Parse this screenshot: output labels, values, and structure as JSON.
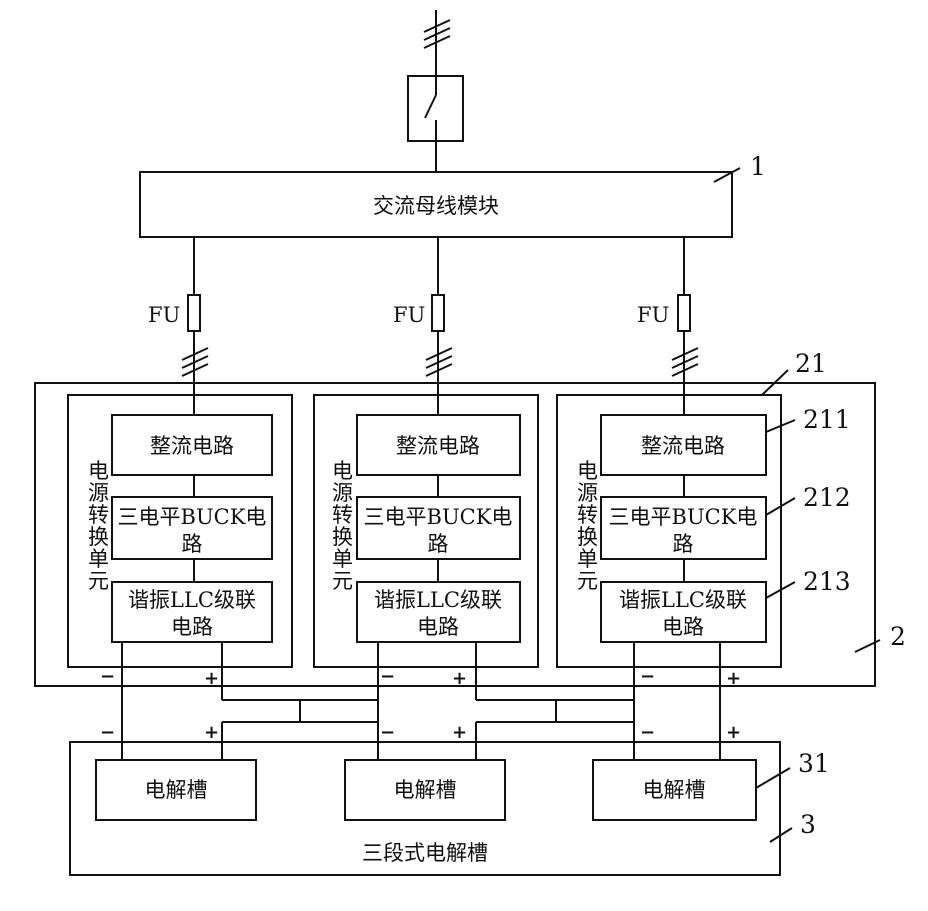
{
  "ac_bus": {
    "label": "交流母线模块",
    "ref": "1"
  },
  "fuse_label": "FU",
  "converter_group": {
    "ref": "2",
    "unit_ref": "21"
  },
  "unit": {
    "side_label": [
      "电",
      "源",
      "转",
      "换",
      "单",
      "元"
    ],
    "rectifier": "整流电路",
    "buck": {
      "line1": "三电平BUCK电",
      "line2": "路"
    },
    "llc": {
      "line1": "谐振LLC级联",
      "line2": "电路"
    }
  },
  "refs": {
    "rectifier": "211",
    "buck": "212",
    "llc": "213",
    "cell": "31"
  },
  "electrolyzer": {
    "cell_label": "电解槽",
    "group_label": "三段式电解槽",
    "ref": "3"
  },
  "signs": {
    "minus": "−",
    "plus": "+"
  }
}
